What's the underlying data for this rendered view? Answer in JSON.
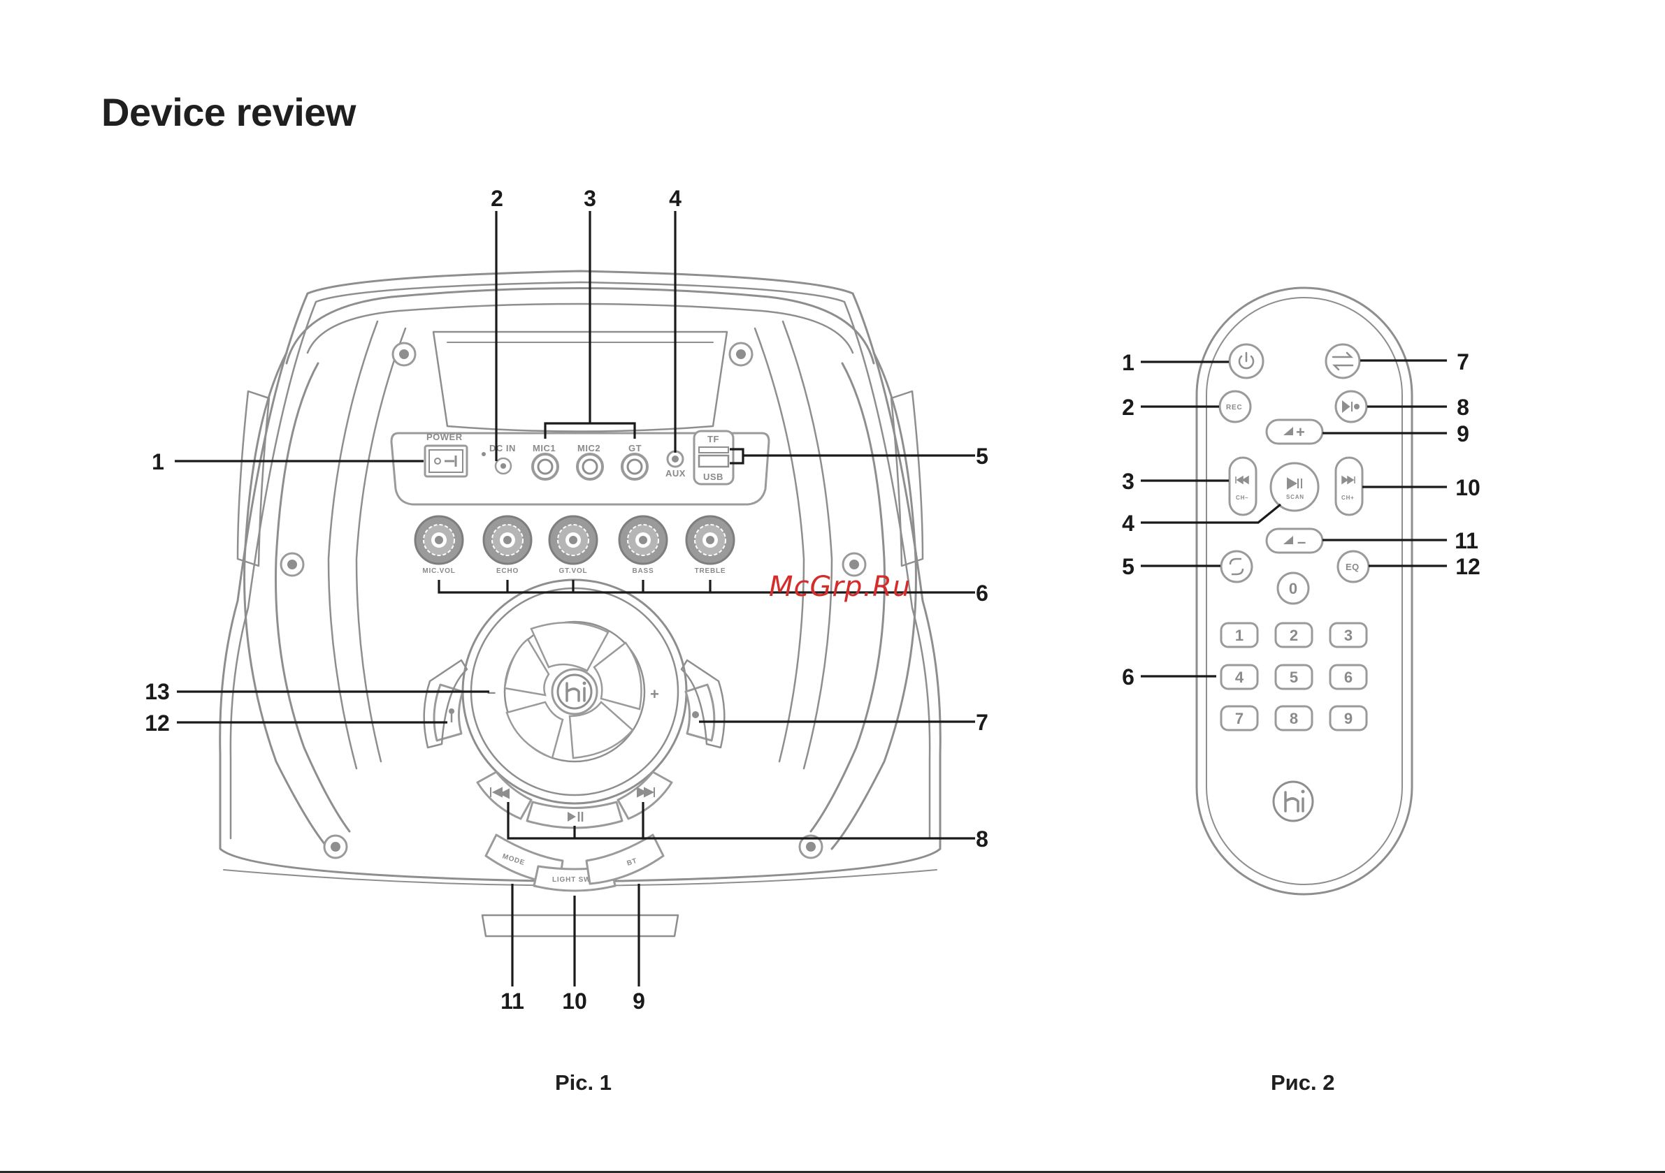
{
  "page": {
    "title": "Device review",
    "watermark": "McGrp.Ru"
  },
  "figure1": {
    "caption": "Pic. 1",
    "panel_labels": {
      "power": "POWER",
      "dc_in": "DC IN",
      "mic1": "MIC1",
      "mic2": "MIC2",
      "gt": "GT",
      "aux": "AUX",
      "tf": "TF",
      "usb": "USB"
    },
    "knobs": [
      "MIC.VOL",
      "ECHO",
      "GT.VOL",
      "BASS",
      "TREBLE"
    ],
    "buttons": {
      "mode": "MODE",
      "light_sw": "LIGHT SW",
      "bt": "BT",
      "minus": "–",
      "plus": "+"
    },
    "callouts": [
      "1",
      "2",
      "3",
      "4",
      "5",
      "6",
      "7",
      "8",
      "9",
      "10",
      "11",
      "12",
      "13"
    ]
  },
  "figure2": {
    "caption": "Рис. 2",
    "buttons": {
      "rec": "REC",
      "eq": "EQ",
      "scan": "SCAN",
      "ch_minus": "CH–",
      "ch_plus": "CH+",
      "vol_up": "+",
      "vol_down": "–"
    },
    "number_keys": [
      "0",
      "1",
      "2",
      "3",
      "4",
      "5",
      "6",
      "7",
      "8",
      "9"
    ],
    "callouts": [
      "1",
      "2",
      "3",
      "4",
      "5",
      "6",
      "7",
      "8",
      "9",
      "10",
      "11",
      "12"
    ]
  },
  "colors": {
    "outline": "#8e8e8e",
    "leader": "#1a1a1a",
    "watermark": "#d42b2b"
  },
  "icons": [
    "power-icon",
    "swap-icon",
    "play-pause-icon",
    "prev-icon",
    "next-icon",
    "repeat-icon",
    "play-rec-icon",
    "brand-logo-icon",
    "mic-icon"
  ]
}
